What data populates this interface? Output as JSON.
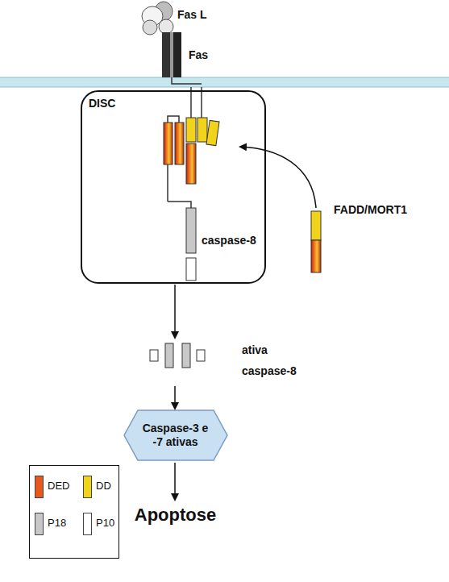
{
  "diagram": {
    "nodes": [
      {
        "text": [
          "DISC"
        ]
      },
      {
        "text": [
          "ativa",
          "caspase-8"
        ]
      },
      {
        "text": [
          "Caspase-3 e -7 ativas"
        ]
      }
    ],
    "edges": [
      {
        "from": 0,
        "to": 1,
        "arrow": "to"
      },
      {
        "from": 1,
        "to": 2,
        "arrow": "to"
      }
    ],
    "labels": [
      "Fas L",
      "Fas",
      "FADD/MORT1",
      "caspase-8",
      "Apoptose"
    ],
    "legend": [
      {
        "text": "DED",
        "color": "#e8581c"
      },
      {
        "text": "DD",
        "color": "#f2d31b"
      },
      {
        "text": "P18",
        "color": "#c8c8c8"
      },
      {
        "text": "P10",
        "color": "#ffffff"
      }
    ]
  }
}
